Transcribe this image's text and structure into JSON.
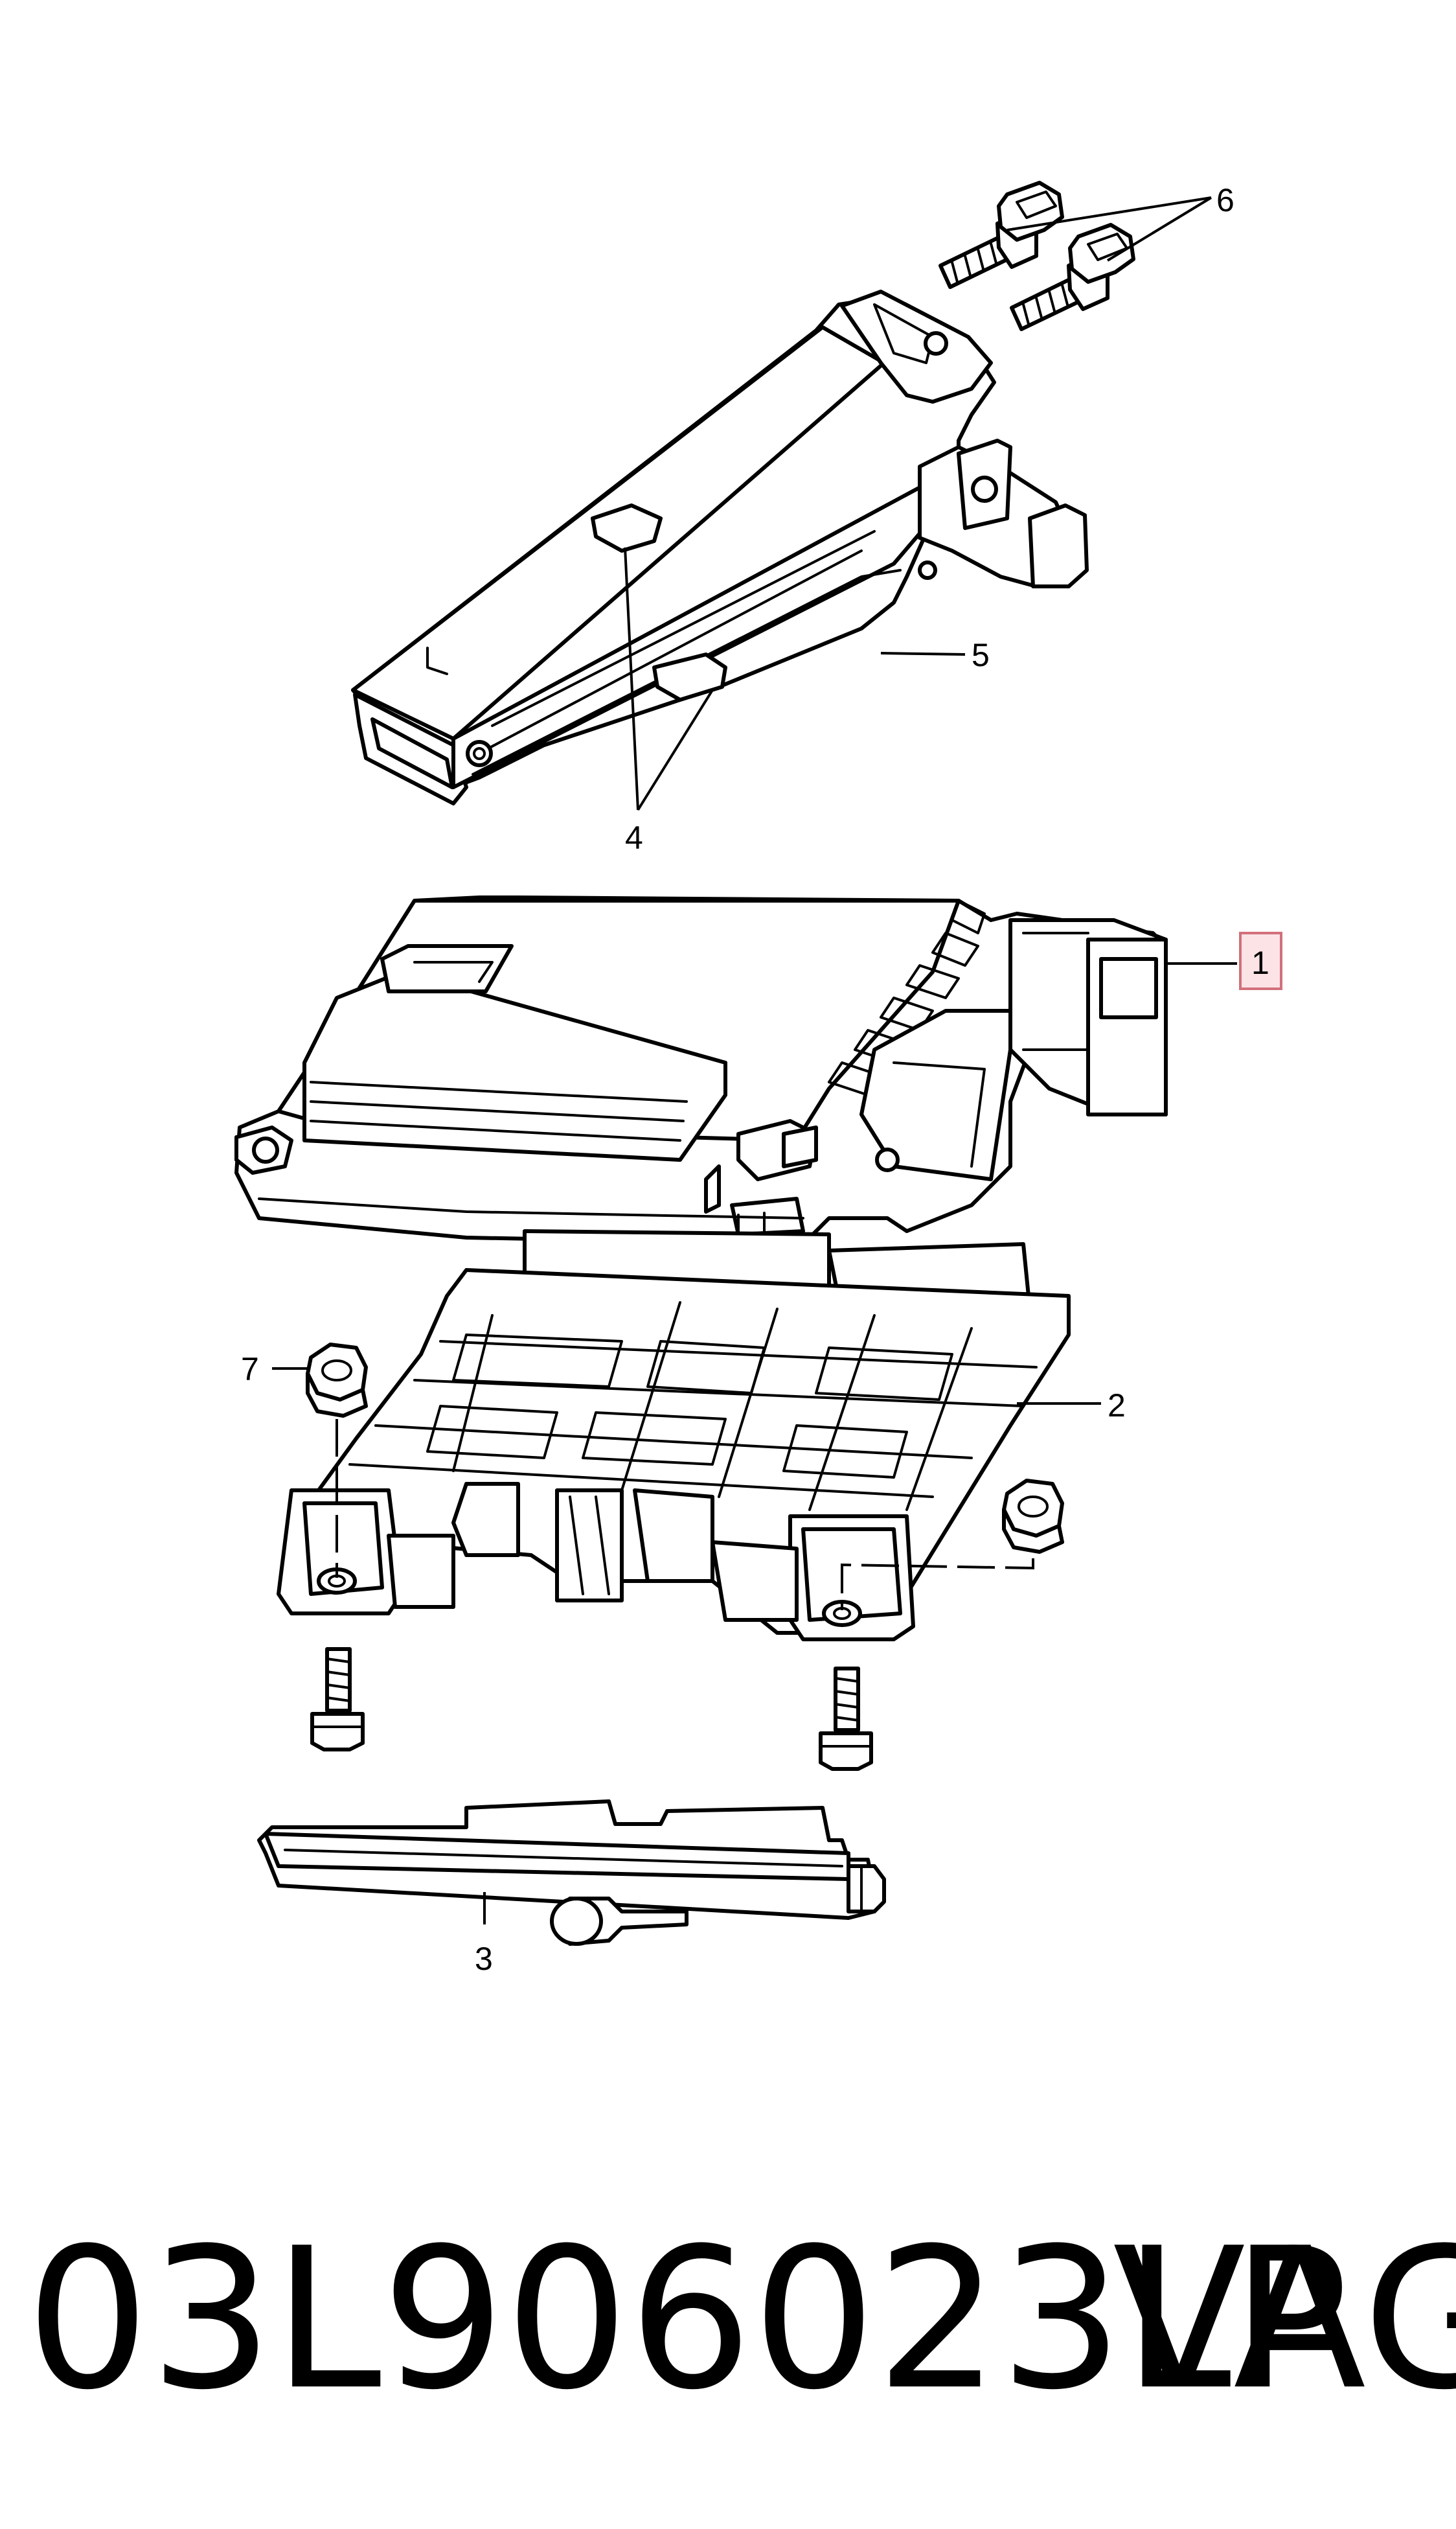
{
  "callouts": {
    "c1": "1",
    "c2": "2",
    "c3": "3",
    "c4": "4",
    "c5": "5",
    "c6": "6",
    "c7": "7"
  },
  "footer": {
    "part_number": "03L906023LP",
    "brand": "VAG"
  },
  "colors": {
    "line": "#000000",
    "highlight_fill": "#fbe3e6",
    "highlight_stroke": "#d2707c"
  }
}
